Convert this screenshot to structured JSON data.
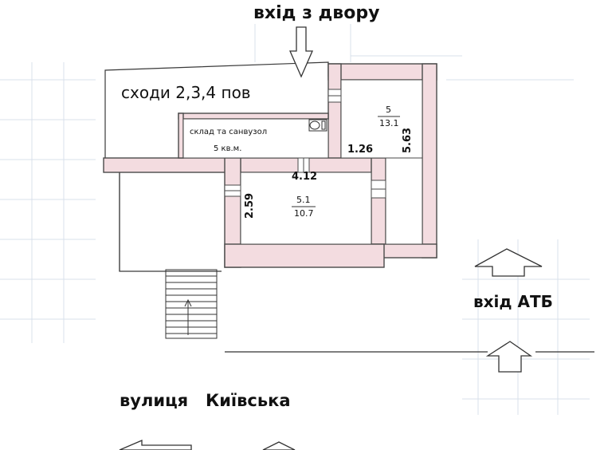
{
  "labels": {
    "yard_entrance": "вхід з двору",
    "stairs": "сходи 2,3,4 пов",
    "storage": "склад та санвузол",
    "storage_area": "5 кв.м.",
    "room5_num": "5",
    "room5_area": "13.1",
    "room51_num": "5.1",
    "room51_area": "10.7",
    "dim_126": "1.26",
    "dim_563": "5.63",
    "dim_412": "4.12",
    "dim_259": "2.59",
    "atb_entrance": "вхід АТБ",
    "street": "вулиця   Київська"
  },
  "colors": {
    "wall_fill": "#f3dce0",
    "wall_stroke": "#4a4a4a",
    "grid": "#c9d3e3",
    "text": "#111111"
  }
}
